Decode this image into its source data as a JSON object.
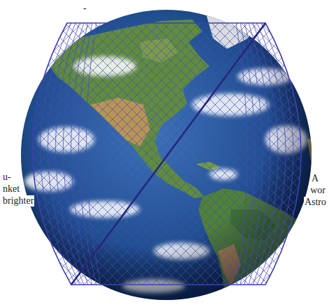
{
  "diagram": {
    "labels": [
      "-",
      "u-",
      "nket",
      "brighter",
      "A",
      "wor",
      "Astro"
    ]
  }
}
